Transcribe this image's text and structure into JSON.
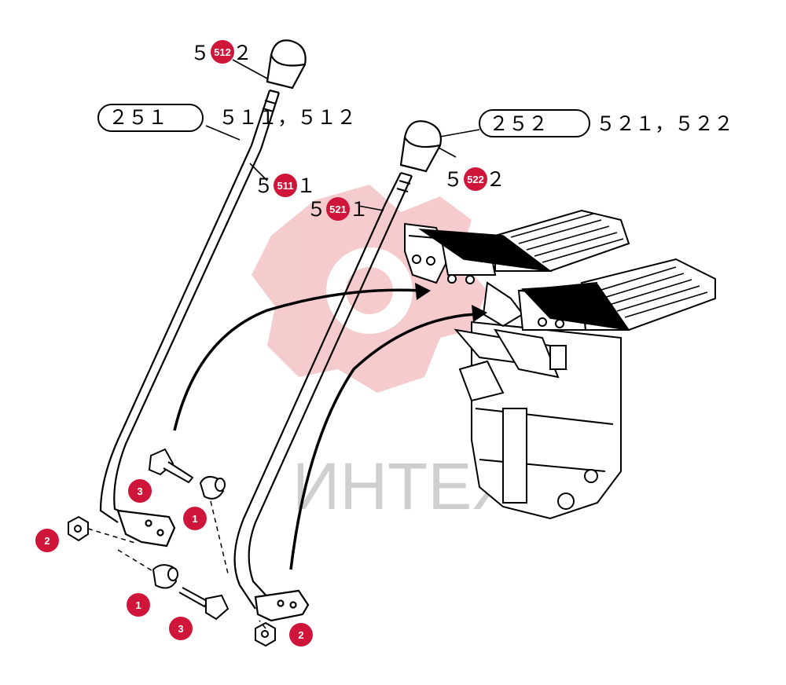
{
  "watermark": {
    "text": "ИНТЕХ",
    "color": "#cfcfcf",
    "logo_color": "#f4c6c9"
  },
  "colors": {
    "marker": "#d0153a",
    "line": "#000000"
  },
  "labels": {
    "group_left": "２５１",
    "group_left_refs": "５１１，５１２",
    "group_right": "２５２",
    "group_right_refs": "５２１，５２２",
    "l5122_pre": "５",
    "l5122_post": "２",
    "l5111_pre": "５",
    "l5111_post": "１",
    "l5211_pre": "５",
    "l5211_post": "１",
    "l5222_pre": "５",
    "l5222_post": "２"
  },
  "markers": {
    "m512": "512",
    "m511": "511",
    "m521": "521",
    "m522": "522",
    "m3_top": "3",
    "m1_top": "1",
    "m2_left": "2",
    "m1_bottom": "1",
    "m3_bottom": "3",
    "m2_bottom": "2"
  },
  "icons": [
    "pedal-assembly-icon",
    "hand-lever-icon",
    "bolt-icon",
    "nut-icon",
    "bushing-icon"
  ]
}
